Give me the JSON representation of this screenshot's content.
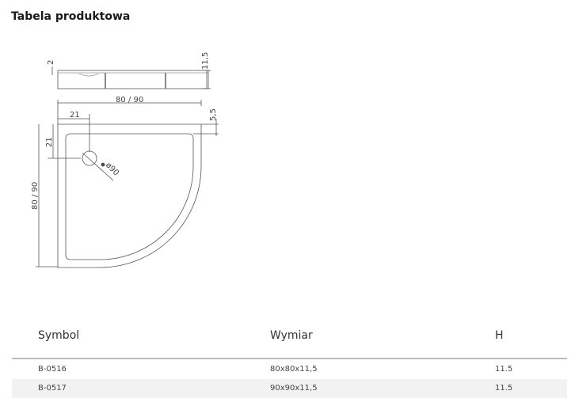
{
  "title": "Tabela produktowa",
  "drawing": {
    "side_height_label": "11,5",
    "side_rim_label": "2",
    "width_label": "80 / 90",
    "depth_label": "80 / 90",
    "drain_x_label": "21",
    "drain_y_label": "21",
    "rim_label": "5,5",
    "drain_diameter_label": "ø90"
  },
  "table": {
    "headers": [
      "Symbol",
      "Wymiar",
      "H"
    ],
    "rows": [
      [
        "B-0516",
        "80x80x11,5",
        "11.5"
      ],
      [
        "B-0517",
        "90x90x11,5",
        "11.5"
      ]
    ]
  }
}
